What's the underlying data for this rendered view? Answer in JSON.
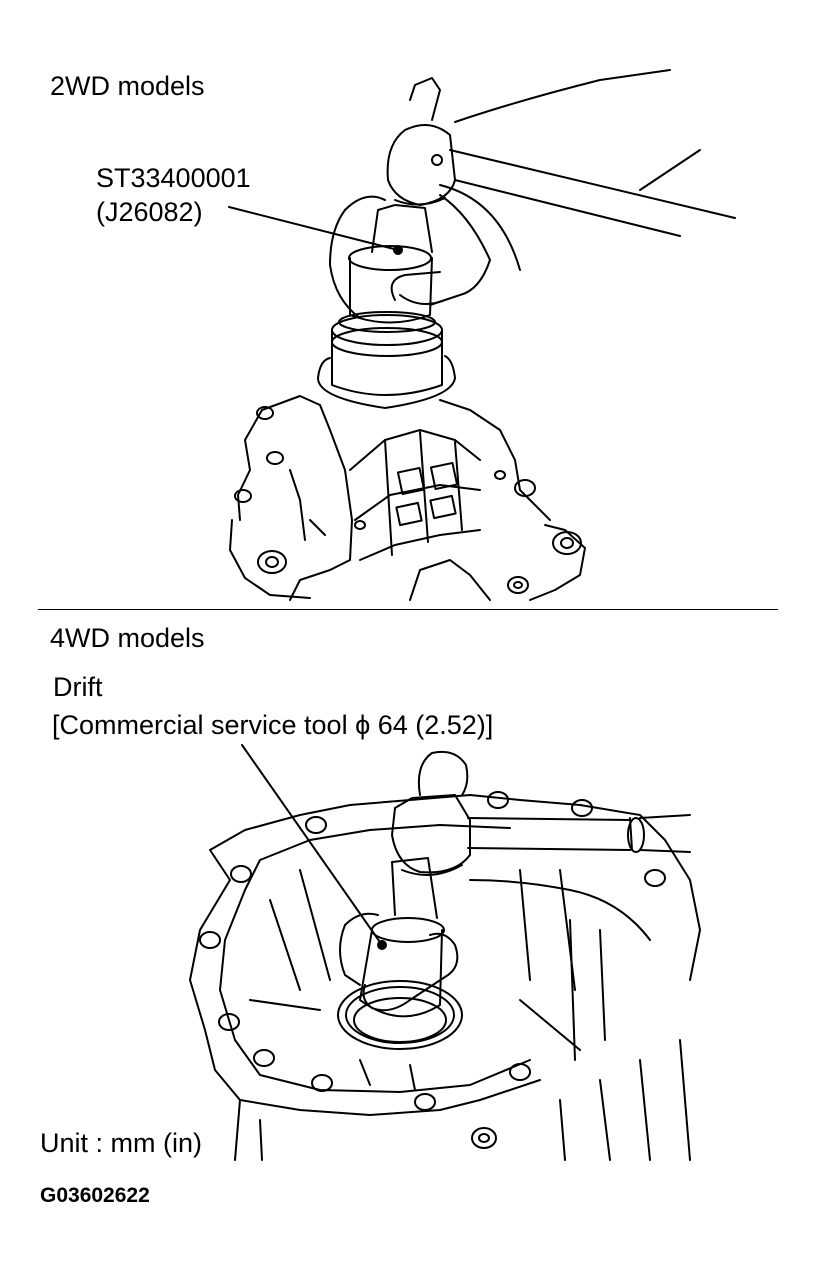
{
  "figure_id": "G03602622",
  "unit_note": "Unit : mm (in)",
  "panel_2wd": {
    "title": "2WD models",
    "tool_part_number": "ST33400001",
    "tool_alt_number": "(J26082)"
  },
  "panel_4wd": {
    "title": "4WD models",
    "tool_name": "Drift",
    "tool_spec": "[Commercial service tool ϕ 64 (2.52)]"
  }
}
